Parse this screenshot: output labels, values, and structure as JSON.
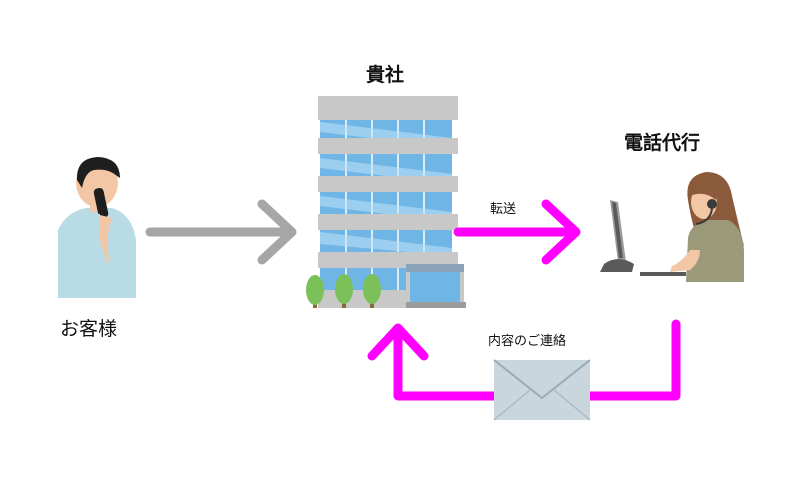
{
  "labels": {
    "company": "貴社",
    "call_agency": "電話代行",
    "customer": "お客様",
    "transfer": "転送",
    "contact_content": "内容のご連絡"
  },
  "colors": {
    "arrow_gray": "#a6a6a6",
    "arrow_magenta": "#ff00ff",
    "building_frame": "#c8c8c8",
    "building_glass": "#6fb6e6",
    "tree_green": "#7cc05a",
    "envelope": "#c9d6de",
    "customer_shirt": "#b9dbe6",
    "operator_hair": "#8a5a3a",
    "operator_shirt": "#9a9a7a"
  },
  "icons": [
    "customer-phone-icon",
    "office-building-icon",
    "operator-headset-icon",
    "envelope-icon"
  ]
}
